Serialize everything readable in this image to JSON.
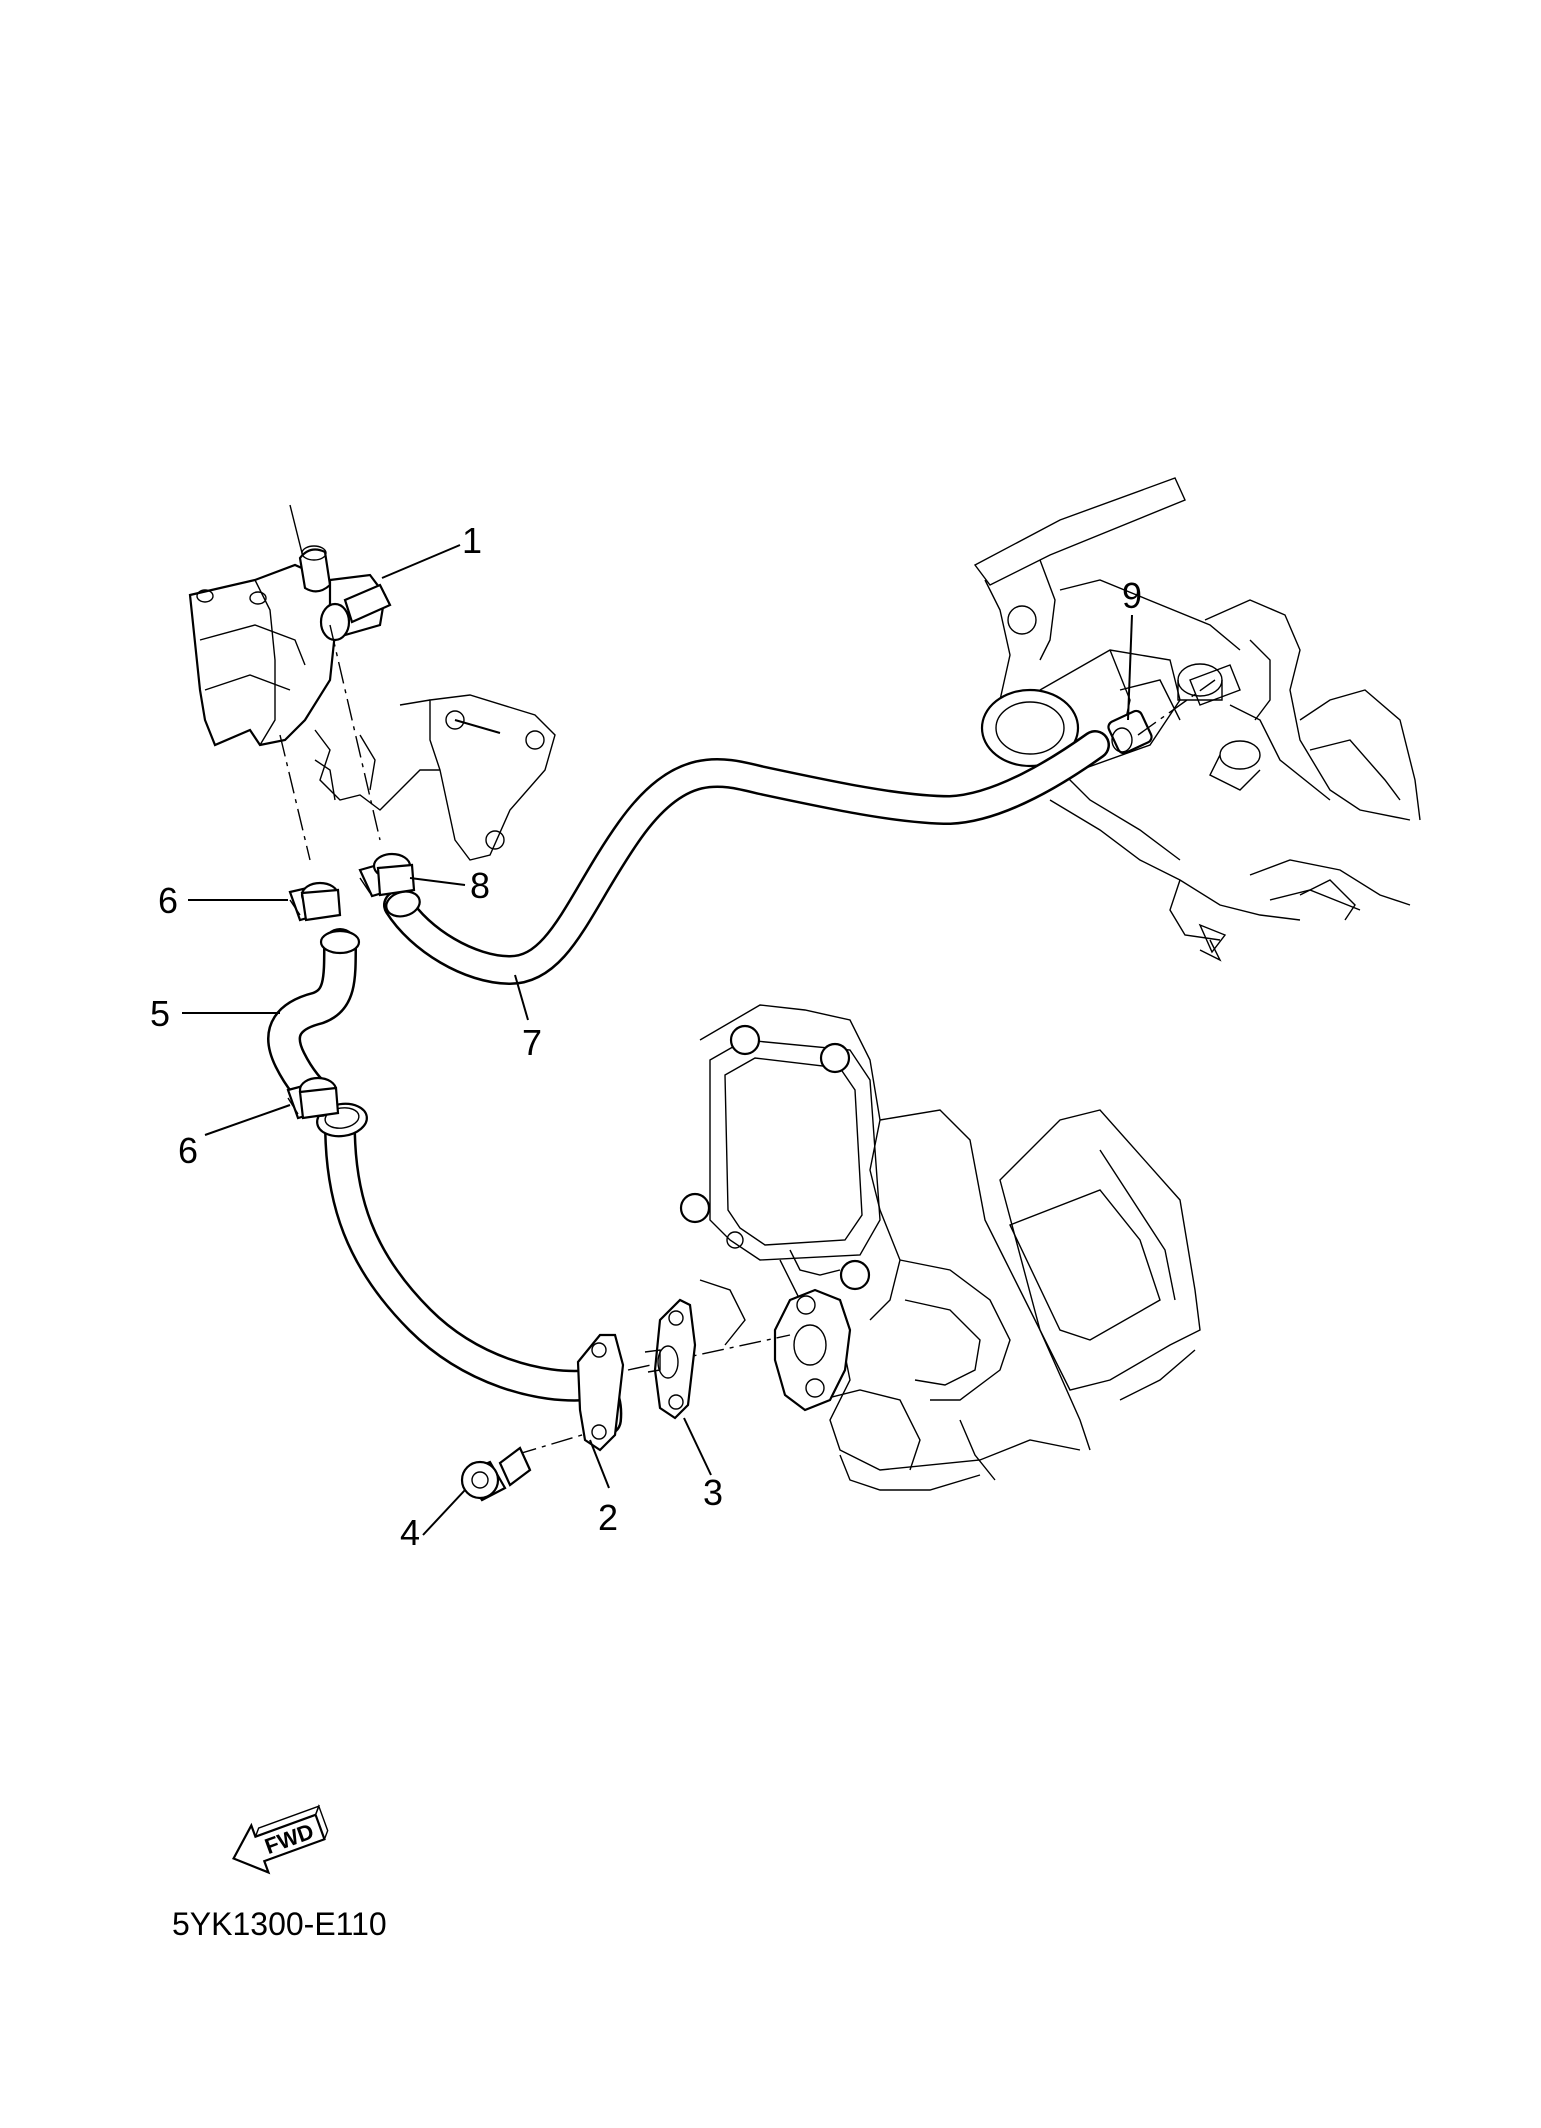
{
  "callouts": {
    "c1": "1",
    "c2": "2",
    "c3": "3",
    "c4": "4",
    "c5": "5",
    "c6a": "6",
    "c6b": "6",
    "c7": "7",
    "c8": "8",
    "c9": "9"
  },
  "fwd_arrow": {
    "label": "FWD"
  },
  "figure_code": "5YK1300-E110"
}
